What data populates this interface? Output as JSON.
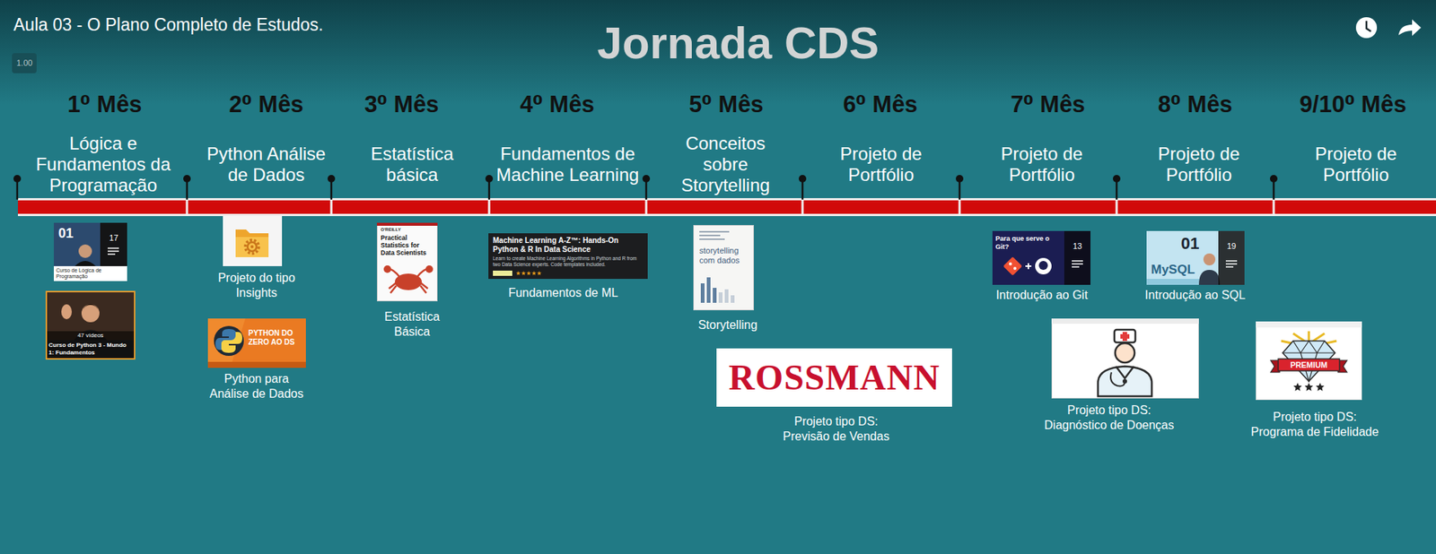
{
  "diagram": {
    "title": "Jornada CDS",
    "nodes": [
      {
        "text": [
          "01",
          "17",
          "Curso de Lógica de Programação"
        ]
      },
      {
        "text": [
          "47 vídeos",
          "Curso de Python 3 - Mundo 1: Fundamentos"
        ]
      },
      {
        "text": [
          "Projeto do tipo Insights"
        ]
      },
      {
        "text": [
          "PYTHON DO ZERO AO DS",
          "Python para Análise de Dados"
        ]
      },
      {
        "text": [
          "O'REILLY",
          "Practical Statistics for Data Scientists",
          "Estatística Básica"
        ]
      },
      {
        "text": [
          "Machine Learning A-Z™: Hands-On Python & R In Data Science",
          "Learn to create Machine Learning Algorithms in Python and R from two Data Science experts. Code templates included.",
          "Fundamentos de ML"
        ]
      },
      {
        "text": [
          "storytelling com dados",
          "Storytelling"
        ]
      },
      {
        "text": [
          "ROSSMANN",
          "Projeto tipo DS: Previsão de Vendas"
        ]
      },
      {
        "text": [
          "Para que serve o Git?",
          "13",
          "Introdução ao Git"
        ]
      },
      {
        "text": [
          "Projeto tipo DS: Diagnóstico de Doenças"
        ]
      },
      {
        "text": [
          "01",
          "MySQL",
          "19",
          "Introdução ao SQL"
        ]
      },
      {
        "text": [
          "PREMIUM",
          "Projeto tipo DS: Programa de Fidelidade"
        ]
      }
    ],
    "labels": [
      "Aula 03 - O Plano Completo de Estudos.",
      "1.00",
      "1⁰ Mês",
      "Lógica e Fundamentos da Programação",
      "2⁰ Mês",
      "Python Análise de Dados",
      "3⁰ Mês",
      "Estatística básica",
      "4⁰ Mês",
      "Fundamentos de Machine Learning",
      "5⁰ Mês",
      "Conceitos sobre Storytelling",
      "6⁰ Mês",
      "Projeto de Portfólio",
      "7⁰ Mês",
      "Projeto de Portfólio",
      "8⁰ Mês",
      "Projeto de Portfólio",
      "9/10⁰ Mês",
      "Projeto de Portfólio"
    ]
  }
}
